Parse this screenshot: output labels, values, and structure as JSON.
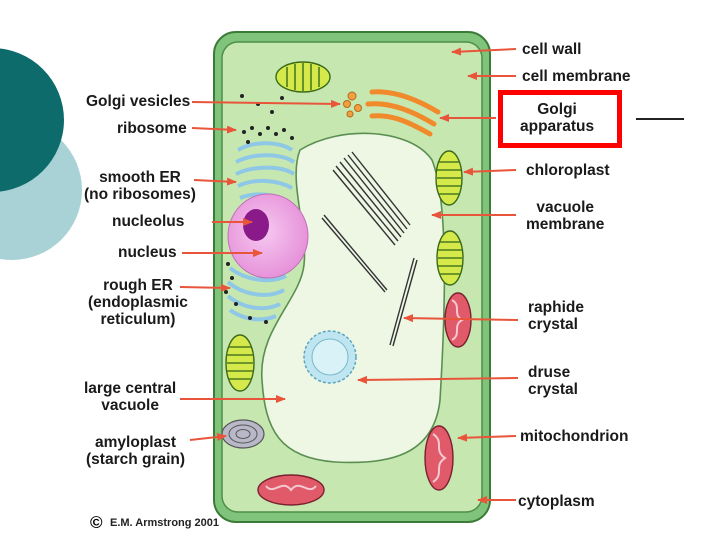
{
  "labels": {
    "cell_wall": "cell wall",
    "cell_membrane": "cell membrane",
    "golgi_vesicles": "Golgi vesicles",
    "ribosome": "ribosome",
    "golgi_apparatus": "Golgi\napparatus",
    "smooth_er": "smooth ER\n(no ribosomes)",
    "chloroplast": "chloroplast",
    "nucleolus": "nucleolus",
    "vacuole_membrane": "vacuole\nmembrane",
    "nucleus": "nucleus",
    "rough_er": "rough ER\n(endoplasmic\nreticulum)",
    "raphide_crystal": "raphide\ncrystal",
    "large_central_vacuole": "large central\nvacuole",
    "druse_crystal": "druse\ncrystal",
    "amyloplast": "amyloplast\n(starch grain)",
    "mitochondrion": "mitochondrion",
    "cytoplasm": "cytoplasm"
  },
  "credit": "E.M. Armstrong 2001",
  "credit_symbol": "©",
  "highlighted_label": "golgi_apparatus",
  "colors": {
    "cell_wall": "#7fc47a",
    "cytoplasm": "#c6e7b0",
    "vacuole": "#eef6e4",
    "nucleus": "#f0a8e6",
    "nucleolus": "#8a1a8a",
    "golgi": "#f08a2a",
    "er": "#8fc7e6",
    "chloroplast": "#d6e94a",
    "mitochondrion": "#e05a6a",
    "arrow": "#e8553a",
    "highlight": "#ff0000",
    "slide_teal": "#0e6b6b",
    "slide_light": "#a8d2d6"
  }
}
